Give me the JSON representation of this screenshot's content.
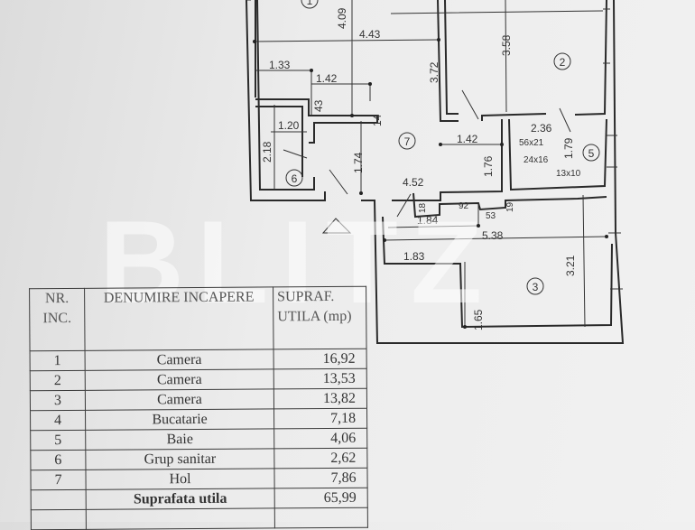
{
  "plan": {
    "room_numbers": [
      "1",
      "2",
      "3",
      "5",
      "6",
      "7"
    ],
    "dimensions": [
      "4.09",
      "4.43",
      "1.33",
      "1.42",
      "43",
      "14",
      "1.20",
      "2.18",
      "1.74",
      "3.72",
      "3.58",
      "1.42",
      "1.76",
      "2.36",
      "56x21",
      "24x16",
      "13x10",
      "1.79",
      "4.52",
      "18",
      "92",
      "53",
      "19",
      "1.84",
      "5.38",
      "1.83",
      "1.65",
      "3.21"
    ]
  },
  "watermark": "BLITZ",
  "table": {
    "headers": [
      "NR. INC.",
      "DENUMIRE INCAPERE",
      "SUPRAF. UTILA (mp)"
    ],
    "rows": [
      {
        "nr": "1",
        "name": "Camera",
        "area": "16,92"
      },
      {
        "nr": "2",
        "name": "Camera",
        "area": "13,53"
      },
      {
        "nr": "3",
        "name": "Camera",
        "area": "13,82"
      },
      {
        "nr": "4",
        "name": "Bucatarie",
        "area": "7,18"
      },
      {
        "nr": "5",
        "name": "Baie",
        "area": "4,06"
      },
      {
        "nr": "6",
        "name": "Grup sanitar",
        "area": "2,62"
      },
      {
        "nr": "7",
        "name": "Hol",
        "area": "7,86"
      }
    ],
    "total_label": "Suprafata utila",
    "total_value": "65,99"
  }
}
